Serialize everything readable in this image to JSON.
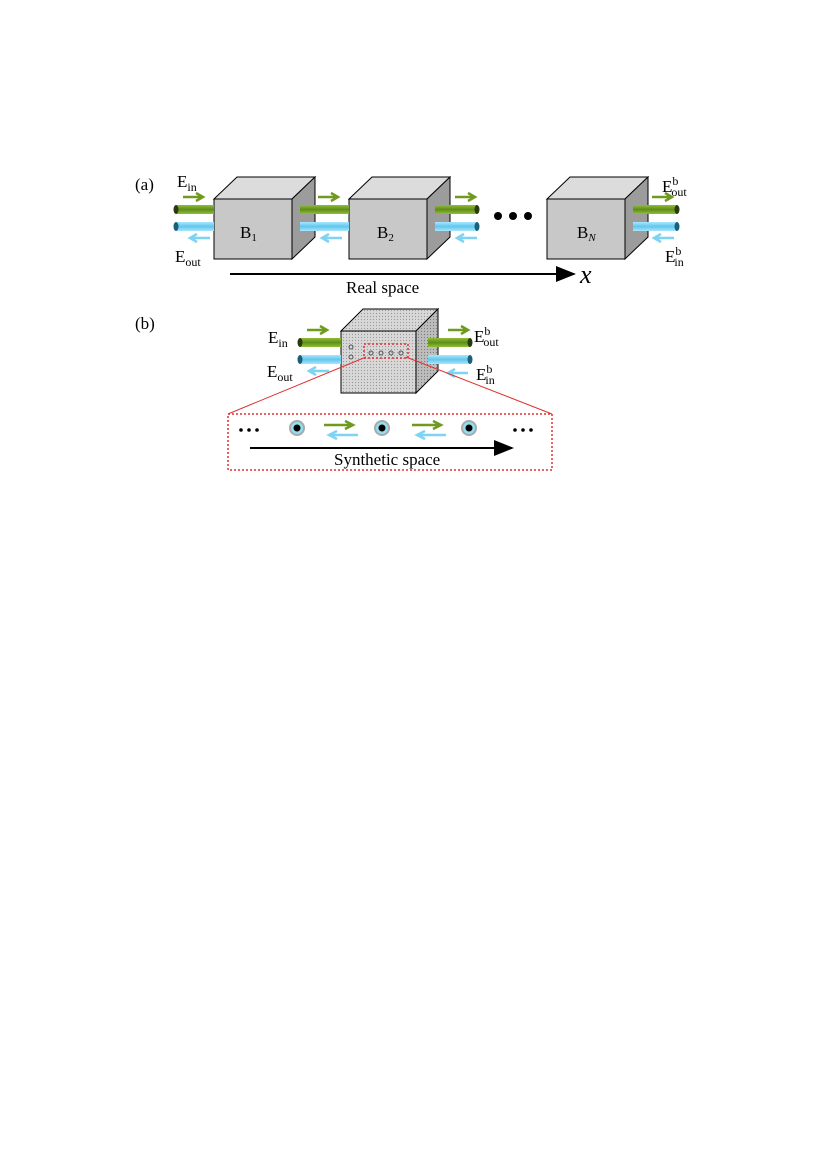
{
  "panel_a": {
    "label": "(a)",
    "e_in": "E",
    "e_in_sub": "in",
    "e_out": "E",
    "e_out_sub": "out",
    "e_out_b": "E",
    "e_out_b_sup": "b",
    "e_out_b_sub": "out",
    "e_in_b": "E",
    "e_in_b_sup": "b",
    "e_in_b_sub": "in",
    "blocks": [
      {
        "letter": "B",
        "sub": "1"
      },
      {
        "letter": "B",
        "sub": "2"
      },
      {
        "letter": "B",
        "sub": "N"
      }
    ],
    "axis_label": "Real space",
    "axis_symbol": "x"
  },
  "panel_b": {
    "label": "(b)",
    "e_in": "E",
    "e_in_sub": "in",
    "e_out": "E",
    "e_out_sub": "out",
    "e_out_b": "E",
    "e_out_b_sup": "b",
    "e_out_b_sub": "out",
    "e_in_b": "E",
    "e_in_b_sup": "b",
    "e_in_b_sub": "in",
    "axis_label": "Synthetic space"
  },
  "colors": {
    "forward_green": "#6f9a1f",
    "backward_blue": "#7fd3f2",
    "block_gray": "#c8c8c8",
    "zoom_red": "#e03030"
  }
}
